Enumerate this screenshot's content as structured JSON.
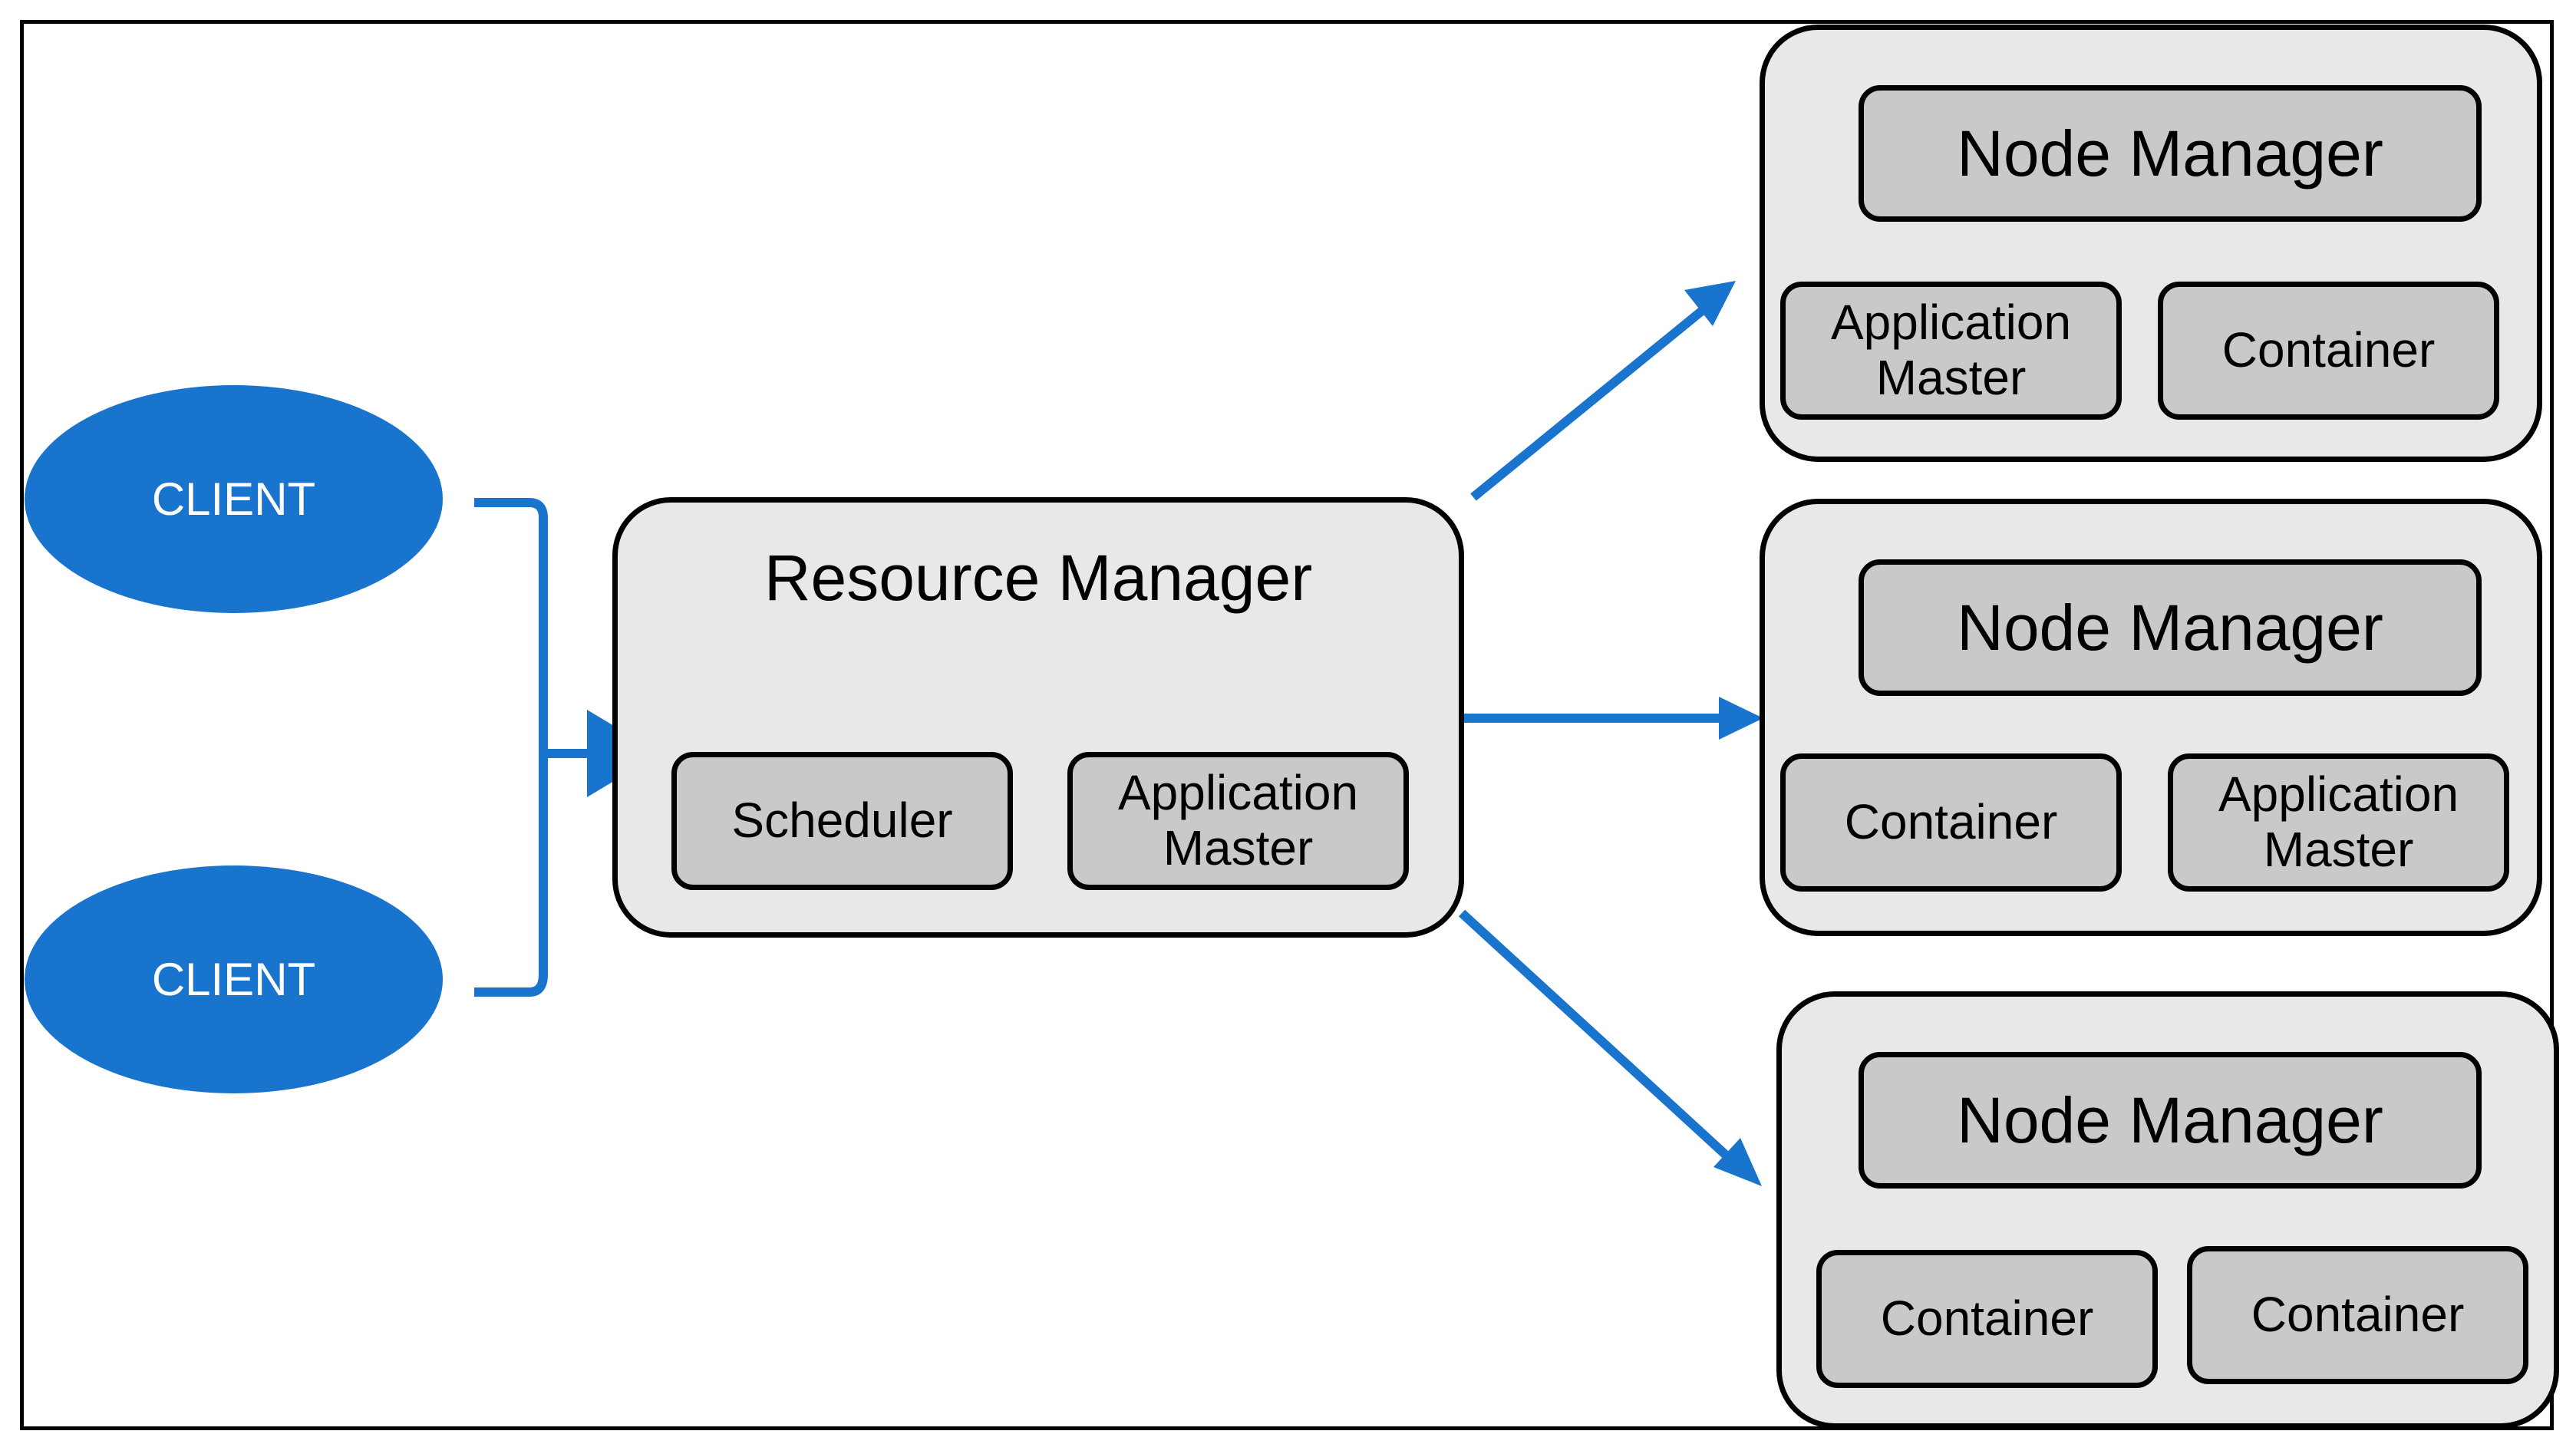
{
  "clients": [
    {
      "label": "CLIENT"
    },
    {
      "label": "CLIENT"
    }
  ],
  "resource_manager": {
    "title": "Resource Manager",
    "components": [
      {
        "label": "Scheduler"
      },
      {
        "label_lines": [
          "Application",
          "Master"
        ]
      }
    ]
  },
  "node_managers": [
    {
      "title": "Node Manager",
      "components": [
        {
          "label_lines": [
            "Application",
            "Master"
          ]
        },
        {
          "label_lines": [
            "Container"
          ]
        }
      ]
    },
    {
      "title": "Node Manager",
      "components": [
        {
          "label_lines": [
            "Container"
          ]
        },
        {
          "label_lines": [
            "Application",
            "Master"
          ]
        }
      ]
    },
    {
      "title": "Node Manager",
      "components": [
        {
          "label_lines": [
            "Container"
          ]
        },
        {
          "label_lines": [
            "Container"
          ]
        }
      ]
    }
  ],
  "colors": {
    "arrow": "#1874cd",
    "client_fill": "#1874cd",
    "box_fill": "#e8e8e8",
    "inner_fill": "#c9c9c9"
  }
}
